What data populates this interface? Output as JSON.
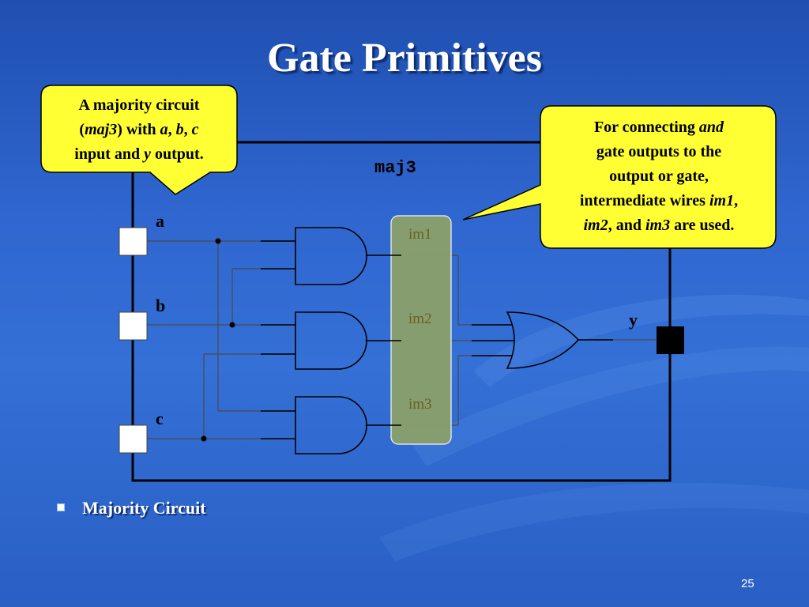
{
  "slide": {
    "title": "Gate Primitives",
    "bullet": "Majority Circuit",
    "page_number": "25"
  },
  "diagram": {
    "module_name": "maj3",
    "inputs": [
      "a",
      "b",
      "c"
    ],
    "output": "y",
    "intermediate_wires": [
      "im1",
      "im2",
      "im3"
    ]
  },
  "callout_left": {
    "line1": "A majority circuit",
    "l2_open": "(",
    "l2_maj3": "maj3",
    "l2_with": ") with ",
    "l2_a": "a",
    "l2_comma1": ", ",
    "l2_b": "b",
    "l2_comma2": ", ",
    "l2_c": "c",
    "l3_input": "input and ",
    "l3_y": "y",
    "l3_output": " output."
  },
  "callout_right": {
    "l1_text": "For connecting ",
    "l1_and": "and",
    "line2": "gate outputs to the",
    "line3": "output or gate,",
    "l4_text": "intermediate wires ",
    "l4_im1": "im1",
    "l4_comma": ",",
    "l5_im2": "im2",
    "l5_and": ", and ",
    "l5_im3": "im3",
    "l5_end": " are used."
  },
  "colors": {
    "background": "#2f66cf",
    "callout_fill": "#ffff33",
    "wire_highlight": "#8aa06a",
    "output_pin": "#000000"
  }
}
